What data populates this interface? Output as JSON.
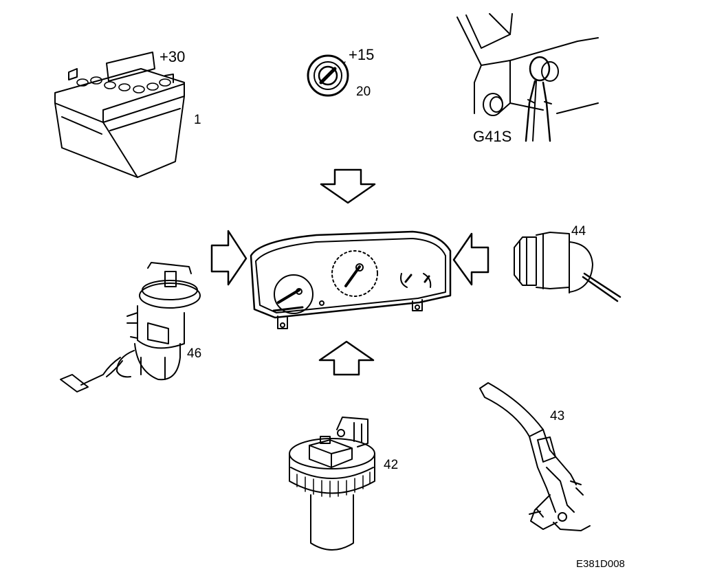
{
  "labels": {
    "battery_terminal": "+30",
    "battery_number": "1",
    "ignition_terminal": "+15",
    "ignition_number": "20",
    "ground_point": "G41S",
    "sensor_number": "44",
    "fuel_pump_number": "46",
    "handbrake_number": "43",
    "reservoir_number": "42",
    "figure_code": "E381D008"
  },
  "colors": {
    "line": "#000000",
    "background": "#ffffff"
  }
}
